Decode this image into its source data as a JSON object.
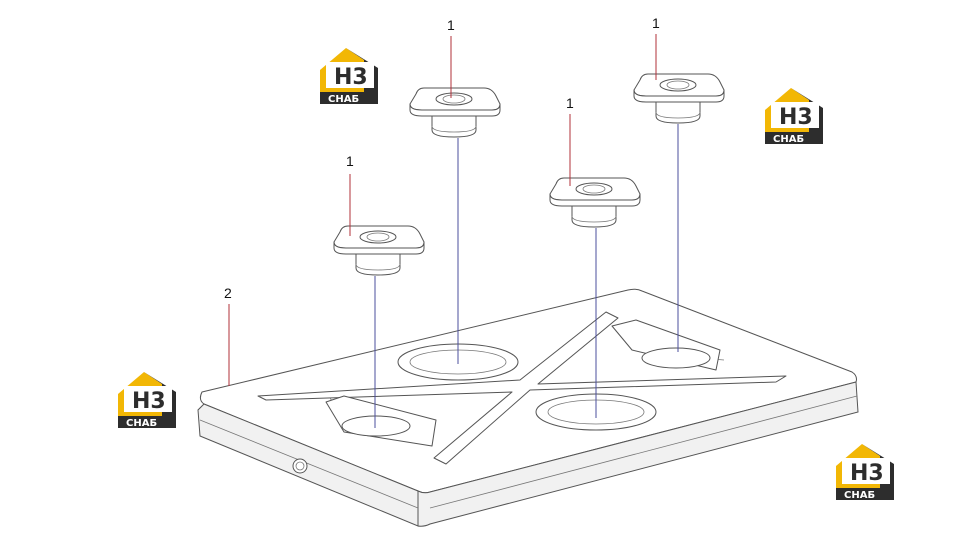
{
  "diagram": {
    "callouts": {
      "washer_a": "1",
      "washer_b": "1",
      "washer_c": "1",
      "washer_d": "1",
      "plate": "2"
    },
    "logo": {
      "top": "H3",
      "bottom": "СНАБ",
      "colors": {
        "yellow": "#f2b705",
        "dark": "#2d2d2d",
        "white": "#ffffff"
      }
    },
    "colors": {
      "callout_line_red": "#b0303a",
      "callout_line_blue": "#4b4f9e",
      "outline": "#555555"
    }
  }
}
